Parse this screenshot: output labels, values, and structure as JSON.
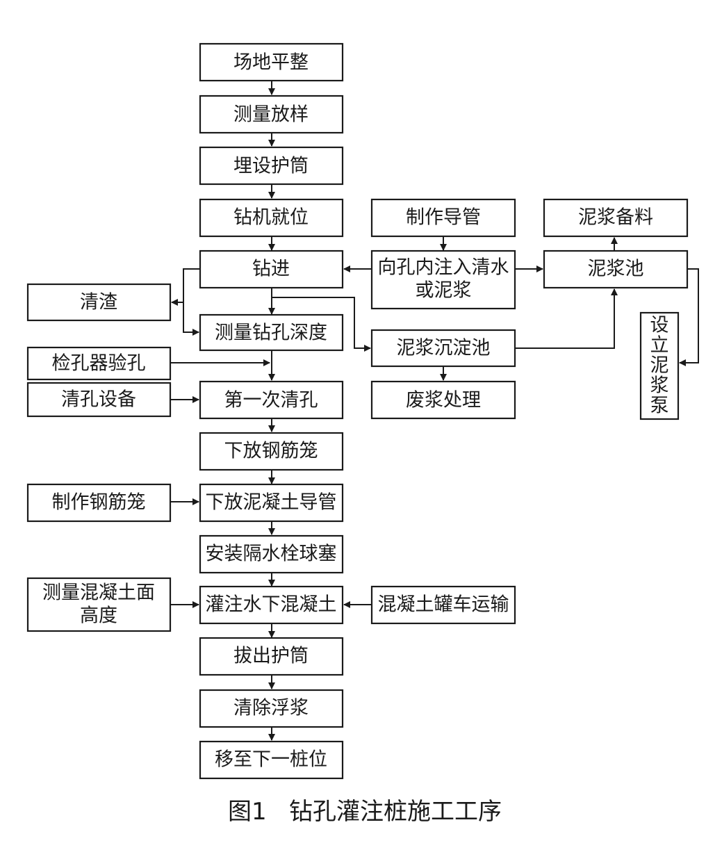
{
  "caption": "图1   钻孔灌注桩施工工序",
  "nodes": {
    "site_leveling": "场地平整",
    "survey_layout": "测量放样",
    "bury_casing": "埋设护筒",
    "rig_position": "钻机就位",
    "drilling": "钻进",
    "clear_slag": "清渣",
    "measure_depth": "测量钻孔深度",
    "hole_inspector": "检孔器验孔",
    "cleaning_equipment": "清孔设备",
    "first_cleaning": "第一次清孔",
    "lower_cage": "下放钢筋笼",
    "make_cage": "制作钢筋笼",
    "lower_conduit": "下放泥凝土导管",
    "install_plug": "安装隔水栓球塞",
    "measure_concrete": [
      "测量混凝土面",
      "高度"
    ],
    "pour_concrete": "灌注水下混凝土",
    "truck_transport": "混凝土罐车运输",
    "pull_casing": "拔出护筒",
    "remove_slurry": "清除浮浆",
    "next_pile": "移至下一桩位",
    "make_conduit": "制作导管",
    "inject": [
      "向孔内注入清水",
      "或泥浆"
    ],
    "settling_tank": "泥浆沉淀池",
    "waste_disposal": "废浆处理",
    "mud_prep": "泥浆备料",
    "mud_pool": "泥浆池",
    "mud_pump": [
      "设",
      "立",
      "泥",
      "浆",
      "泵"
    ]
  }
}
